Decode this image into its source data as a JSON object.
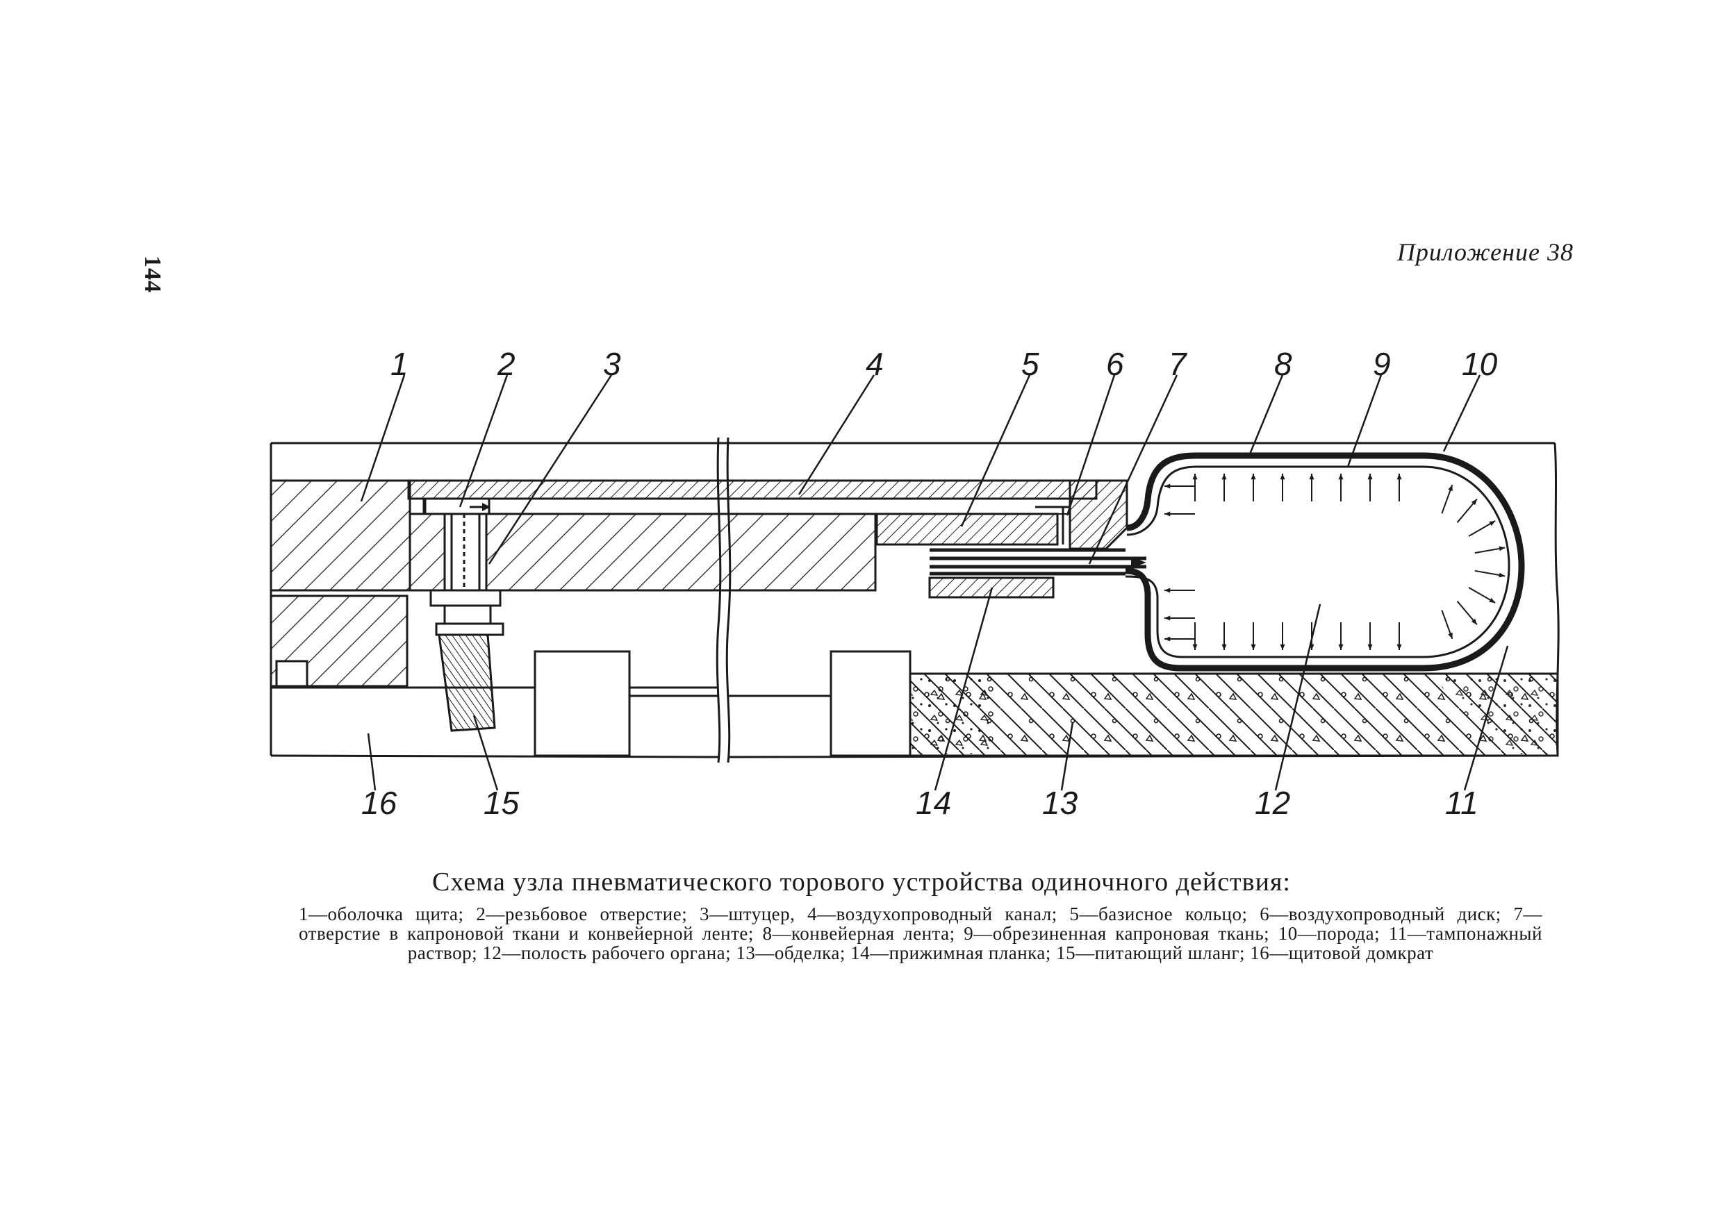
{
  "header": {
    "page_number": "144",
    "appendix": "Приложение 38"
  },
  "callouts": [
    "1",
    "2",
    "3",
    "4",
    "5",
    "6",
    "7",
    "8",
    "9",
    "10",
    "11",
    "12",
    "13",
    "14",
    "15",
    "16"
  ],
  "caption": {
    "title": "Схема узла пневматического торового устройства одиночного действия:",
    "legend": [
      "1—оболочка щита;",
      "2—резьбовое отверстие;",
      "3—штуцер,",
      "4—воздухопроводный канал;",
      "5—базисное кольцо;",
      "6—воздухопроводный диск;",
      "7—отверстие в капроновой ткани и конвейерной ленте;",
      "8—конвейерная лента;",
      "9—обрезиненная капроновая ткань;",
      "10—порода;",
      "11—тампонажный раствор;",
      "12—полость рабочего органа;",
      "13—обделка;",
      "14—прижимная планка;",
      "15—питающий шланг;",
      "16—щитовой домкрат"
    ]
  },
  "colors": {
    "ink": "#1a1a1a",
    "paper": "#ffffff"
  }
}
